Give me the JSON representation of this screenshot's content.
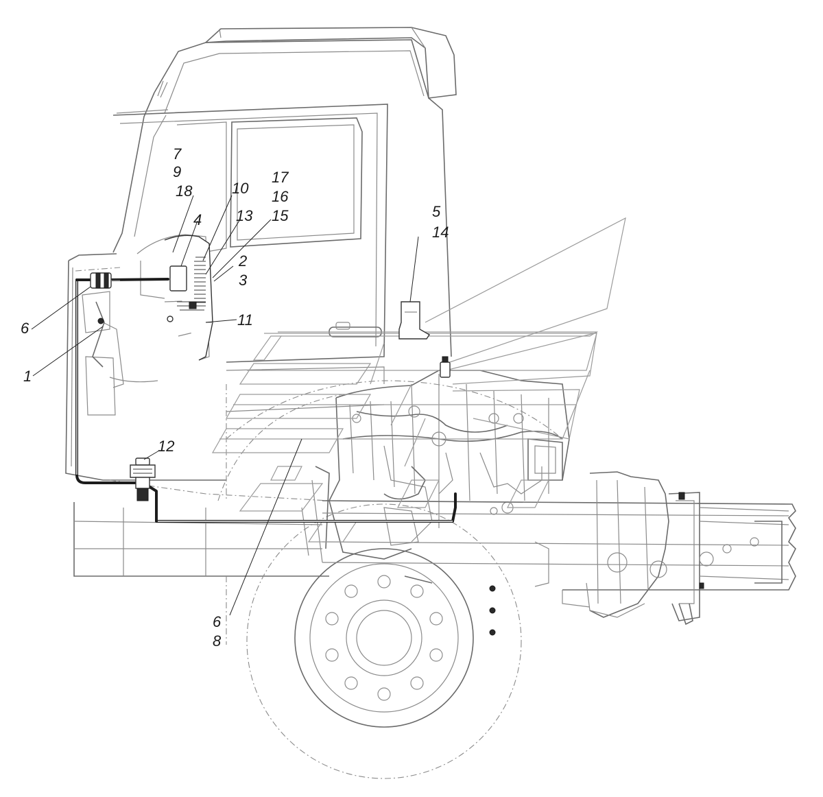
{
  "callouts": {
    "c7": "7",
    "c9": "9",
    "c18": "18",
    "c4": "4",
    "c10": "10",
    "c13": "13",
    "c17": "17",
    "c16": "16",
    "c15": "15",
    "c2": "2",
    "c3": "3",
    "c11": "11",
    "c5": "5",
    "c14": "14",
    "c6_left": "6",
    "c1": "1",
    "c12": "12",
    "c6_bottom": "6",
    "c8": "8"
  }
}
